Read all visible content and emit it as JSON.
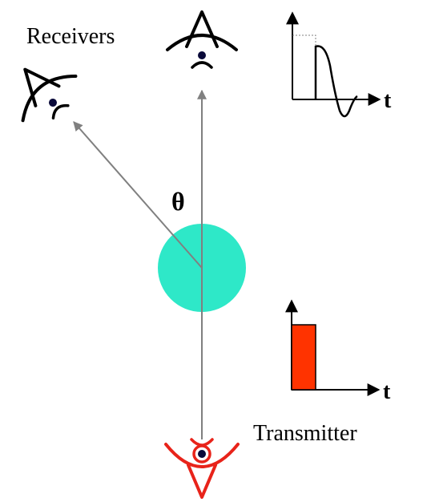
{
  "labels": {
    "receivers": "Receivers",
    "theta": "θ",
    "transmitter": "Transmitter",
    "received_time_axis": "t",
    "transmitted_time_axis": "t"
  },
  "colors": {
    "scatterer": "#2ee8c8",
    "transmitter": "#e8231a",
    "pulse_fill": "#ff3300",
    "ray": "#808080",
    "receiver": "#000000",
    "sensor_dot": "#0a0a3a"
  },
  "icons": {
    "receiver_top": "eye-antenna-icon",
    "receiver_left": "eye-antenna-icon",
    "transmitter": "eye-antenna-icon"
  }
}
